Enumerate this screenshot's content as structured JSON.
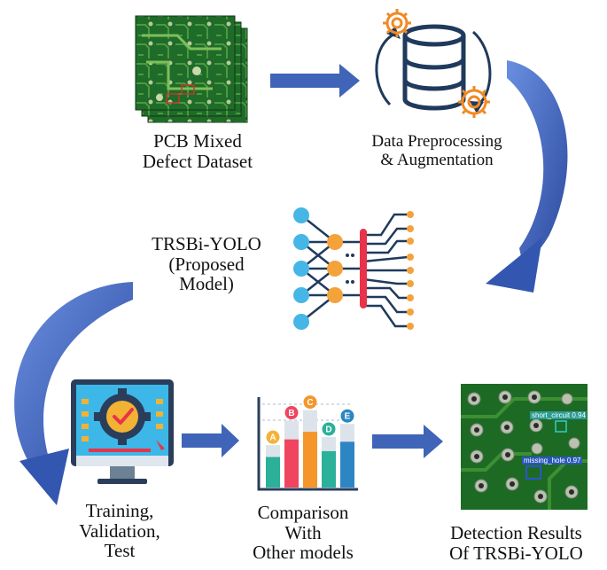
{
  "nodes": {
    "dataset": {
      "label": "PCB Mixed\nDefect Dataset"
    },
    "preprocessing": {
      "label": "Data Preprocessing\n& Augmentation"
    },
    "model": {
      "label": "TRSBi-YOLO\n(Proposed\nModel)"
    },
    "training": {
      "label": "Training,\nValidation,\nTest"
    },
    "comparison": {
      "label": "Comparison\nWith\nOther models"
    },
    "results": {
      "label": "Detection Results\nOf  TRSBi-YOLO"
    }
  },
  "comparison_bars": [
    {
      "letter": "A",
      "level": 0.52,
      "color": "#2bb09a",
      "badge": "#f4b23a"
    },
    {
      "letter": "B",
      "level": 0.82,
      "color": "#f04560",
      "badge": "#f04560"
    },
    {
      "letter": "C",
      "level": 0.95,
      "color": "#f4962a",
      "badge": "#f4962a"
    },
    {
      "letter": "D",
      "level": 0.62,
      "color": "#2bb09a",
      "badge": "#2bb09a"
    },
    {
      "letter": "E",
      "level": 0.78,
      "color": "#2d86c4",
      "badge": "#2d86c4"
    }
  ],
  "detections": [
    {
      "label": "short_circuit 0.94"
    },
    {
      "label": "missing_hole 0.97"
    }
  ],
  "colors": {
    "arrow_blue": "#3f64b8",
    "gear_orange": "#f08a24",
    "db_navy": "#1f3a5c",
    "pcb_green": "#1f6b2a",
    "node_blue": "#45b6e6",
    "node_orange": "#f4a23a",
    "accent_red": "#e8334a"
  },
  "icons": [
    "pcb-stack-icon",
    "database-gears-icon",
    "neural-network-icon",
    "monitor-gear-icon",
    "bar-chart-icon",
    "detection-image-icon"
  ]
}
